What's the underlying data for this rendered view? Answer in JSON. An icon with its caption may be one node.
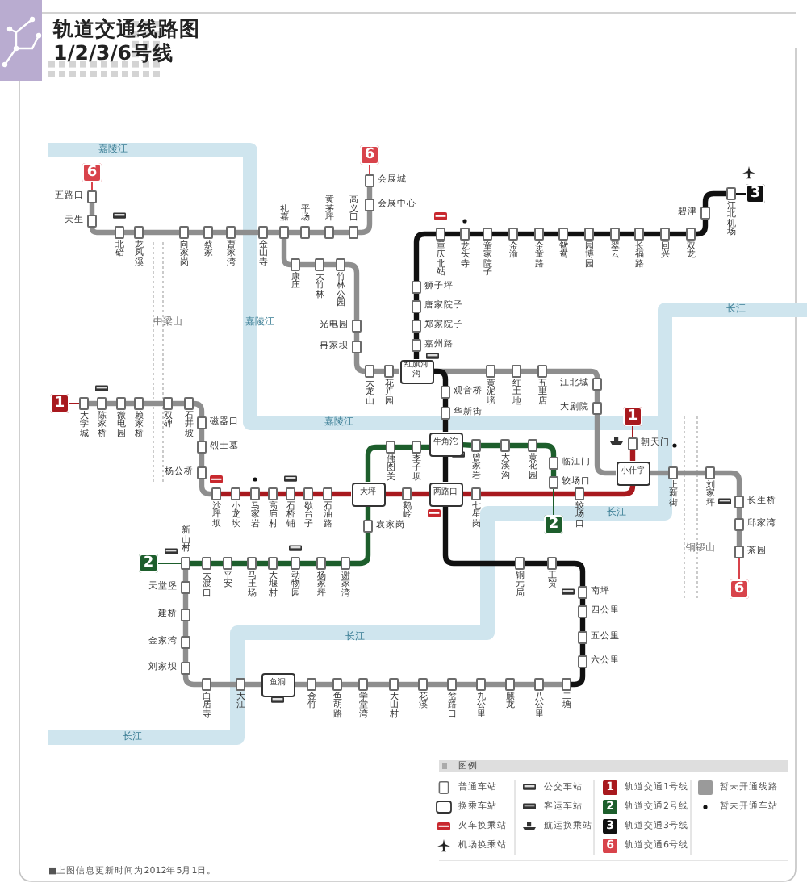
{
  "diagram": {
    "title": "轨道交通线路图 1/2/3/6号线",
    "nodes": [
      {
        "text": [
          "6"
        ]
      },
      {
        "text": [],
        "shape": "box",
        "beside": [
          "五路口"
        ]
      },
      {
        "text": [],
        "shape": "box",
        "beside": [
          "天生"
        ]
      },
      {
        "text": [],
        "shape": "box",
        "beside": [
          "北碚"
        ]
      },
      {
        "text": [],
        "shape": "box",
        "beside": [
          "龙凤溪"
        ]
      },
      {
        "text": [],
        "shape": "box",
        "beside": [
          "向家岗"
        ]
      },
      {
        "text": [],
        "shape": "box",
        "beside": [
          "蔡家"
        ]
      },
      {
        "text": [],
        "shape": "box",
        "beside": [
          "曹家湾"
        ]
      },
      {
        "text": [],
        "shape": "box",
        "beside": [
          "金山寺"
        ]
      },
      {
        "text": [],
        "shape": "box",
        "beside": [
          "礼嘉"
        ]
      },
      {
        "text": [],
        "shape": "box",
        "beside": [
          "平场"
        ]
      },
      {
        "text": [],
        "shape": "box",
        "beside": [
          "黄茅坪"
        ]
      },
      {
        "text": [],
        "shape": "box",
        "beside": [
          "高义口"
        ]
      },
      {
        "text": [],
        "shape": "box",
        "beside": [
          "会展中心"
        ]
      },
      {
        "text": [],
        "shape": "box",
        "beside": [
          "会展城"
        ]
      },
      {
        "text": [
          "6"
        ]
      },
      {
        "text": [],
        "shape": "box",
        "beside": [
          "康庄"
        ]
      },
      {
        "text": [],
        "shape": "box",
        "beside": [
          "大竹林"
        ]
      },
      {
        "text": [],
        "shape": "box",
        "beside": [
          "竹林公园"
        ]
      },
      {
        "text": [],
        "shape": "box",
        "beside": [
          "光电园"
        ]
      },
      {
        "text": [],
        "shape": "box",
        "beside": [
          "冉家坝"
        ]
      },
      {
        "text": [],
        "shape": "box",
        "beside": [
          "大龙山"
        ]
      },
      {
        "text": [],
        "shape": "box",
        "beside": [
          "花卉园"
        ]
      },
      {
        "text": [
          "红旗河沟"
        ]
      },
      {
        "text": [],
        "shape": "box",
        "beside": [
          "黄泥塝"
        ]
      },
      {
        "text": [],
        "shape": "box",
        "beside": [
          "红土地"
        ]
      },
      {
        "text": [],
        "shape": "box",
        "beside": [
          "五里店"
        ]
      },
      {
        "text": [],
        "shape": "box",
        "beside": [
          "江北城"
        ]
      },
      {
        "text": [],
        "shape": "box",
        "beside": [
          "大剧院"
        ]
      },
      {
        "text": [
          "小什字"
        ]
      },
      {
        "text": [],
        "shape": "box",
        "beside": [
          "上新街"
        ]
      },
      {
        "text": [],
        "shape": "box",
        "beside": [
          "刘家坪"
        ]
      },
      {
        "text": [],
        "shape": "box",
        "beside": [
          "长生桥"
        ]
      },
      {
        "text": [],
        "shape": "box",
        "beside": [
          "邱家湾"
        ]
      },
      {
        "text": [],
        "shape": "box",
        "beside": [
          "茶园"
        ]
      },
      {
        "text": [
          "6"
        ]
      },
      {
        "text": [
          "1"
        ]
      },
      {
        "text": [],
        "shape": "box",
        "beside": [
          "大学城"
        ]
      },
      {
        "text": [],
        "shape": "box",
        "beside": [
          "陈家桥"
        ]
      },
      {
        "text": [],
        "shape": "box",
        "beside": [
          "微电园"
        ]
      },
      {
        "text": [],
        "shape": "box",
        "beside": [
          "赖家桥"
        ]
      },
      {
        "text": [],
        "shape": "box",
        "beside": [
          "双碑"
        ]
      },
      {
        "text": [],
        "shape": "box",
        "beside": [
          "石井坡"
        ]
      },
      {
        "text": [],
        "shape": "box",
        "beside": [
          "磁器口"
        ]
      },
      {
        "text": [],
        "shape": "box",
        "beside": [
          "烈士墓"
        ]
      },
      {
        "text": [],
        "shape": "box",
        "beside": [
          "杨公桥"
        ]
      },
      {
        "text": [],
        "shape": "box",
        "beside": [
          "沙坪坝"
        ]
      },
      {
        "text": [],
        "shape": "box",
        "beside": [
          "小龙坎"
        ]
      },
      {
        "text": [],
        "shape": "box",
        "beside": [
          "马家岩"
        ]
      },
      {
        "text": [],
        "shape": "box",
        "beside": [
          "高庙村"
        ]
      },
      {
        "text": [],
        "shape": "box",
        "beside": [
          "石桥铺"
        ]
      },
      {
        "text": [],
        "shape": "box",
        "beside": [
          "歇台子"
        ]
      },
      {
        "text": [],
        "shape": "box",
        "beside": [
          "石油路"
        ]
      },
      {
        "text": [
          "大坪"
        ]
      },
      {
        "text": [],
        "shape": "box",
        "beside": [
          "鹅岭"
        ]
      },
      {
        "text": [
          "两路口"
        ]
      },
      {
        "text": [],
        "shape": "box",
        "beside": [
          "七星岗"
        ]
      },
      {
        "text": [],
        "shape": "box",
        "beside": [
          "较场口"
        ]
      },
      {
        "text": [],
        "shape": "box",
        "beside": [
          "朝天门"
        ]
      },
      {
        "text": [
          "1"
        ]
      },
      {
        "text": [],
        "shape": "box",
        "beside": [
          "佛图关"
        ]
      },
      {
        "text": [],
        "shape": "box",
        "beside": [
          "李子坝"
        ]
      },
      {
        "text": [
          "牛角沱"
        ]
      },
      {
        "text": [],
        "shape": "box",
        "beside": [
          "曾家岩"
        ]
      },
      {
        "text": [],
        "shape": "box",
        "beside": [
          "大溪沟"
        ]
      },
      {
        "text": [],
        "shape": "box",
        "beside": [
          "黄花园"
        ]
      },
      {
        "text": [],
        "shape": "box",
        "beside": [
          "临江门"
        ]
      },
      {
        "text": [],
        "shape": "box",
        "beside": [
          "较场口"
        ]
      },
      {
        "text": [
          "2"
        ]
      },
      {
        "text": [],
        "shape": "box",
        "beside": [
          "袁家岗"
        ]
      },
      {
        "text": [],
        "shape": "box",
        "beside": [
          "谢家湾"
        ]
      },
      {
        "text": [],
        "shape": "box",
        "beside": [
          "杨家坪"
        ]
      },
      {
        "text": [],
        "shape": "box",
        "beside": [
          "动物园"
        ]
      },
      {
        "text": [],
        "shape": "box",
        "beside": [
          "大堰村"
        ]
      },
      {
        "text": [],
        "shape": "box",
        "beside": [
          "马王场"
        ]
      },
      {
        "text": [],
        "shape": "box",
        "beside": [
          "平安"
        ]
      },
      {
        "text": [],
        "shape": "box",
        "beside": [
          "大渡口"
        ]
      },
      {
        "text": [],
        "shape": "box",
        "beside": [
          "新山村"
        ]
      },
      {
        "text": [
          "2"
        ]
      },
      {
        "text": [],
        "shape": "box",
        "beside": [
          "天堂堡"
        ]
      },
      {
        "text": [],
        "shape": "box",
        "beside": [
          "建桥"
        ]
      },
      {
        "text": [],
        "shape": "box",
        "beside": [
          "金家湾"
        ]
      },
      {
        "text": [],
        "shape": "box",
        "beside": [
          "刘家坝"
        ]
      },
      {
        "text": [],
        "shape": "box",
        "beside": [
          "白居寺"
        ]
      },
      {
        "text": [],
        "shape": "box",
        "beside": [
          "大江"
        ]
      },
      {
        "text": [
          "鱼洞"
        ]
      },
      {
        "text": [
          "3"
        ]
      },
      {
        "text": [],
        "shape": "box",
        "beside": [
          "江北机场"
        ]
      },
      {
        "text": [],
        "shape": "box",
        "beside": [
          "碧津"
        ]
      },
      {
        "text": [],
        "shape": "box",
        "beside": [
          "双龙"
        ]
      },
      {
        "text": [],
        "shape": "box",
        "beside": [
          "回兴"
        ]
      },
      {
        "text": [],
        "shape": "box",
        "beside": [
          "长福路"
        ]
      },
      {
        "text": [],
        "shape": "box",
        "beside": [
          "翠云"
        ]
      },
      {
        "text": [],
        "shape": "box",
        "beside": [
          "园博园"
        ]
      },
      {
        "text": [],
        "shape": "box",
        "beside": [
          "鸳鸯"
        ]
      },
      {
        "text": [],
        "shape": "box",
        "beside": [
          "金童路"
        ]
      },
      {
        "text": [],
        "shape": "box",
        "beside": [
          "金渝"
        ]
      },
      {
        "text": [],
        "shape": "box",
        "beside": [
          "童家院子"
        ]
      },
      {
        "text": [],
        "shape": "box",
        "beside": [
          "龙头寺"
        ]
      },
      {
        "text": [],
        "shape": "box",
        "beside": [
          "重庆北站"
        ]
      },
      {
        "text": [],
        "shape": "box",
        "beside": [
          "狮子坪"
        ]
      },
      {
        "text": [],
        "shape": "box",
        "beside": [
          "唐家院子"
        ]
      },
      {
        "text": [],
        "shape": "box",
        "beside": [
          "郑家院子"
        ]
      },
      {
        "text": [],
        "shape": "box",
        "beside": [
          "嘉州路"
        ]
      },
      {
        "text": [],
        "shape": "box",
        "beside": [
          "观音桥"
        ]
      },
      {
        "text": [],
        "shape": "box",
        "beside": [
          "华新街"
        ]
      },
      {
        "text": [],
        "shape": "box",
        "beside": [
          "铜元局"
        ]
      },
      {
        "text": [],
        "shape": "box",
        "beside": [
          "工贸"
        ]
      },
      {
        "text": [],
        "shape": "box",
        "beside": [
          "南坪"
        ]
      },
      {
        "text": [],
        "shape": "box",
        "beside": [
          "四公里"
        ]
      },
      {
        "text": [],
        "shape": "box",
        "beside": [
          "五公里"
        ]
      },
      {
        "text": [],
        "shape": "box",
        "beside": [
          "六公里"
        ]
      },
      {
        "text": [],
        "shape": "box",
        "beside": [
          "二塘"
        ]
      },
      {
        "text": [],
        "shape": "box",
        "beside": [
          "八公里"
        ]
      },
      {
        "text": [],
        "shape": "box",
        "beside": [
          "麒龙"
        ]
      },
      {
        "text": [],
        "shape": "box",
        "beside": [
          "九公里"
        ]
      },
      {
        "text": [],
        "shape": "box",
        "beside": [
          "岔路口"
        ]
      },
      {
        "text": [],
        "shape": "box",
        "beside": [
          "花溪"
        ]
      },
      {
        "text": [],
        "shape": "box",
        "beside": [
          "大山村"
        ]
      },
      {
        "text": [],
        "shape": "box",
        "beside": [
          "学堂湾"
        ]
      },
      {
        "text": [],
        "shape": "box",
        "beside": [
          "鱼胡路"
        ]
      },
      {
        "text": [],
        "shape": "box",
        "beside": [
          "金竹"
        ]
      }
    ],
    "edges": [
      {
        "from": 0,
        "to": 1,
        "arrow": "none",
        "color": "#d8434b"
      },
      {
        "from": 1,
        "to": 2,
        "arrow": "none"
      },
      {
        "from": 2,
        "to": 3,
        "arrow": "none"
      },
      {
        "from": 3,
        "to": 4,
        "arrow": "none"
      },
      {
        "from": 4,
        "to": 5,
        "arrow": "none"
      },
      {
        "from": 5,
        "to": 6,
        "arrow": "none"
      },
      {
        "from": 6,
        "to": 7,
        "arrow": "none"
      },
      {
        "from": 7,
        "to": 8,
        "arrow": "none"
      },
      {
        "from": 8,
        "to": 9,
        "arrow": "none"
      },
      {
        "from": 9,
        "to": 10,
        "arrow": "none"
      },
      {
        "from": 10,
        "to": 11,
        "arrow": "none"
      },
      {
        "from": 11,
        "to": 12,
        "arrow": "none"
      },
      {
        "from": 12,
        "to": 13,
        "arrow": "none"
      },
      {
        "from": 13,
        "to": 14,
        "arrow": "none"
      },
      {
        "from": 14,
        "to": 15,
        "arrow": "none",
        "color": "#d8434b"
      },
      {
        "from": 9,
        "to": 16,
        "arrow": "none"
      },
      {
        "from": 16,
        "to": 17,
        "arrow": "none"
      },
      {
        "from": 17,
        "to": 18,
        "arrow": "none"
      },
      {
        "from": 18,
        "to": 19,
        "arrow": "none"
      },
      {
        "from": 19,
        "to": 20,
        "arrow": "none"
      },
      {
        "from": 20,
        "to": 21,
        "arrow": "none"
      },
      {
        "from": 21,
        "to": 22,
        "arrow": "none"
      },
      {
        "from": 22,
        "to": 23,
        "arrow": "none"
      },
      {
        "from": 23,
        "to": 24,
        "arrow": "none"
      },
      {
        "from": 24,
        "to": 25,
        "arrow": "none"
      },
      {
        "from": 25,
        "to": 26,
        "arrow": "none"
      },
      {
        "from": 26,
        "to": 27,
        "arrow": "none"
      },
      {
        "from": 27,
        "to": 28,
        "arrow": "none"
      },
      {
        "from": 28,
        "to": 29,
        "arrow": "none"
      },
      {
        "from": 29,
        "to": 30,
        "arrow": "none"
      },
      {
        "from": 30,
        "to": 31,
        "arrow": "none"
      },
      {
        "from": 31,
        "to": 32,
        "arrow": "none"
      },
      {
        "from": 32,
        "to": 33,
        "arrow": "none"
      },
      {
        "from": 33,
        "to": 34,
        "arrow": "none"
      },
      {
        "from": 34,
        "to": 35,
        "arrow": "none",
        "color": "#d8434b"
      },
      {
        "from": 36,
        "to": 37,
        "arrow": "none",
        "color": "#a8191e"
      },
      {
        "from": 37,
        "to": 38,
        "arrow": "none"
      },
      {
        "from": 38,
        "to": 39,
        "arrow": "none"
      },
      {
        "from": 39,
        "to": 40,
        "arrow": "none"
      },
      {
        "from": 40,
        "to": 41,
        "arrow": "none"
      },
      {
        "from": 41,
        "to": 42,
        "arrow": "none"
      },
      {
        "from": 42,
        "to": 43,
        "arrow": "none"
      },
      {
        "from": 43,
        "to": 44,
        "arrow": "none"
      },
      {
        "from": 44,
        "to": 45,
        "arrow": "none"
      },
      {
        "from": 45,
        "to": 46,
        "arrow": "none"
      },
      {
        "from": 46,
        "to": 47,
        "arrow": "none",
        "color": "#a8191e"
      },
      {
        "from": 47,
        "to": 48,
        "arrow": "none",
        "color": "#a8191e"
      },
      {
        "from": 48,
        "to": 49,
        "arrow": "none",
        "color": "#a8191e"
      },
      {
        "from": 49,
        "to": 50,
        "arrow": "none",
        "color": "#a8191e"
      },
      {
        "from": 50,
        "to": 51,
        "arrow": "none",
        "color": "#a8191e"
      },
      {
        "from": 51,
        "to": 52,
        "arrow": "none",
        "color": "#a8191e"
      },
      {
        "from": 52,
        "to": 53,
        "arrow": "none",
        "color": "#a8191e"
      },
      {
        "from": 53,
        "to": 54,
        "arrow": "none",
        "color": "#a8191e"
      },
      {
        "from": 54,
        "to": 55,
        "arrow": "none",
        "color": "#a8191e"
      },
      {
        "from": 55,
        "to": 56,
        "arrow": "none",
        "color": "#a8191e"
      },
      {
        "from": 56,
        "to": 57,
        "arrow": "none",
        "color": "#a8191e"
      },
      {
        "from": 57,
        "to": 29,
        "arrow": "none",
        "color": "#a8191e"
      },
      {
        "from": 29,
        "to": 58,
        "arrow": "none",
        "color": "#a8191e"
      },
      {
        "from": 58,
        "to": 59,
        "arrow": "none",
        "color": "#a8191e"
      },
      {
        "from": 67,
        "to": 68,
        "arrow": "none",
        "color": "#1d5e2c"
      },
      {
        "from": 66,
        "to": 67,
        "arrow": "none",
        "color": "#1d5e2c"
      },
      {
        "from": 65,
        "to": 66,
        "arrow": "none",
        "color": "#1d5e2c"
      },
      {
        "from": 64,
        "to": 65,
        "arrow": "none",
        "color": "#1d5e2c"
      },
      {
        "from": 63,
        "to": 64,
        "arrow": "none",
        "color": "#1d5e2c"
      },
      {
        "from": 62,
        "to": 63,
        "arrow": "none",
        "color": "#1d5e2c"
      },
      {
        "from": 61,
        "to": 62,
        "arrow": "none",
        "color": "#1d5e2c"
      },
      {
        "from": 60,
        "to": 61,
        "arrow": "none",
        "color": "#1d5e2c"
      },
      {
        "from": 60,
        "to": 53,
        "arrow": "none",
        "color": "#1d5e2c"
      },
      {
        "from": 53,
        "to": 69,
        "arrow": "none",
        "color": "#1d5e2c"
      },
      {
        "from": 69,
        "to": 70,
        "arrow": "none",
        "color": "#1d5e2c"
      },
      {
        "from": 70,
        "to": 71,
        "arrow": "none",
        "color": "#1d5e2c"
      },
      {
        "from": 71,
        "to": 72,
        "arrow": "none",
        "color": "#1d5e2c"
      },
      {
        "from": 72,
        "to": 73,
        "arrow": "none",
        "color": "#1d5e2c"
      },
      {
        "from": 73,
        "to": 74,
        "arrow": "none",
        "color": "#1d5e2c"
      },
      {
        "from": 74,
        "to": 75,
        "arrow": "none",
        "color": "#1d5e2c"
      },
      {
        "from": 75,
        "to": 76,
        "arrow": "none",
        "color": "#1d5e2c"
      },
      {
        "from": 76,
        "to": 77,
        "arrow": "none",
        "color": "#1d5e2c"
      },
      {
        "from": 77,
        "to": 78,
        "arrow": "none",
        "color": "#1d5e2c"
      },
      {
        "from": 77,
        "to": 79,
        "arrow": "none"
      },
      {
        "from": 79,
        "to": 80,
        "arrow": "none"
      },
      {
        "from": 80,
        "to": 81,
        "arrow": "none"
      },
      {
        "from": 81,
        "to": 82,
        "arrow": "none"
      },
      {
        "from": 82,
        "to": 83,
        "arrow": "none"
      },
      {
        "from": 83,
        "to": 84,
        "arrow": "none"
      },
      {
        "from": 84,
        "to": 85,
        "arrow": "none"
      },
      {
        "from": 86,
        "to": 87,
        "arrow": "none",
        "color": "#111111"
      },
      {
        "from": 87,
        "to": 88,
        "arrow": "none",
        "color": "#111111"
      },
      {
        "from": 88,
        "to": 89,
        "arrow": "none",
        "color": "#111111"
      },
      {
        "from": 89,
        "to": 90,
        "arrow": "none",
        "color": "#111111"
      },
      {
        "from": 90,
        "to": 91,
        "arrow": "none",
        "color": "#111111"
      },
      {
        "from": 91,
        "to": 92,
        "arrow": "none",
        "color": "#111111"
      },
      {
        "from": 92,
        "to": 93,
        "arrow": "none",
        "color": "#111111"
      },
      {
        "from": 93,
        "to": 94,
        "arrow": "none",
        "color": "#111111"
      },
      {
        "from": 94,
        "to": 95,
        "arrow": "none",
        "color": "#111111"
      },
      {
        "from": 95,
        "to": 96,
        "arrow": "none",
        "color": "#111111"
      },
      {
        "from": 96,
        "to": 97,
        "arrow": "none",
        "color": "#111111"
      },
      {
        "from": 97,
        "to": 98,
        "arrow": "none",
        "color": "#111111"
      },
      {
        "from": 98,
        "to": 99,
        "arrow": "none",
        "color": "#111111"
      },
      {
        "from": 99,
        "to": 100,
        "arrow": "none",
        "color": "#111111"
      },
      {
        "from": 100,
        "to": 101,
        "arrow": "none",
        "color": "#111111"
      },
      {
        "from": 101,
        "to": 102,
        "arrow": "none",
        "color": "#111111"
      },
      {
        "from": 102,
        "to": 103,
        "arrow": "none",
        "color": "#111111"
      },
      {
        "from": 103,
        "to": 23,
        "arrow": "none",
        "color": "#111111"
      },
      {
        "from": 23,
        "to": 104,
        "arrow": "none",
        "color": "#111111"
      },
      {
        "from": 104,
        "to": 105,
        "arrow": "none",
        "color": "#111111"
      },
      {
        "from": 105,
        "to": 62,
        "arrow": "none",
        "color": "#111111"
      },
      {
        "from": 62,
        "to": 55,
        "arrow": "none",
        "color": "#111111"
      },
      {
        "from": 55,
        "to": 106,
        "arrow": "none",
        "color": "#111111"
      },
      {
        "from": 106,
        "to": 107,
        "arrow": "none",
        "color": "#111111"
      },
      {
        "from": 107,
        "to": 108,
        "arrow": "none",
        "color": "#111111"
      },
      {
        "from": 108,
        "to": 109,
        "arrow": "none",
        "color": "#111111"
      },
      {
        "from": 109,
        "to": 110,
        "arrow": "none",
        "color": "#111111"
      },
      {
        "from": 110,
        "to": 111,
        "arrow": "none",
        "color": "#111111"
      },
      {
        "from": 111,
        "to": 112,
        "arrow": "none",
        "color": "#111111"
      },
      {
        "from": 112,
        "to": 113,
        "arrow": "none"
      },
      {
        "from": 113,
        "to": 114,
        "arrow": "none"
      },
      {
        "from": 114,
        "to": 115,
        "arrow": "none"
      },
      {
        "from": 115,
        "to": 116,
        "arrow": "none"
      },
      {
        "from": 116,
        "to": 117,
        "arrow": "none"
      },
      {
        "from": 117,
        "to": 118,
        "arrow": "none"
      },
      {
        "from": 118,
        "to": 119,
        "arrow": "none"
      },
      {
        "from": 119,
        "to": 120,
        "arrow": "none"
      },
      {
        "from": 120,
        "to": 121,
        "arrow": "none"
      },
      {
        "from": 121,
        "to": 85,
        "arrow": "none"
      }
    ],
    "labels": [
      "嘉陵江",
      "中梁山",
      "嘉陵江",
      "嘉陵江",
      "长江",
      "铜锣山",
      "长江",
      "长江",
      "长江",
      "图例",
      "1",
      "2",
      "3",
      "6",
      "■上图信息更新时间为2012年5月1日。"
    ],
    "legend": [
      {
        "text": "普通车站"
      },
      {
        "text": "换乘车站"
      },
      {
        "text": "火车换乘站"
      },
      {
        "text": "机场换乘站"
      },
      {
        "text": "公交车站"
      },
      {
        "text": "客运车站"
      },
      {
        "text": "航运换乘站"
      },
      {
        "text": "轨道交通1号线",
        "color": "#a8191e"
      },
      {
        "text": "轨道交通2号线",
        "color": "#1d5e2c"
      },
      {
        "text": "轨道交通3号线",
        "color": "#111111"
      },
      {
        "text": "轨道交通6号线",
        "color": "#d8434b"
      },
      {
        "text": "暂未开通线路",
        "color": "#9a9a9a"
      },
      {
        "text": "暂未开通车站"
      }
    ]
  }
}
